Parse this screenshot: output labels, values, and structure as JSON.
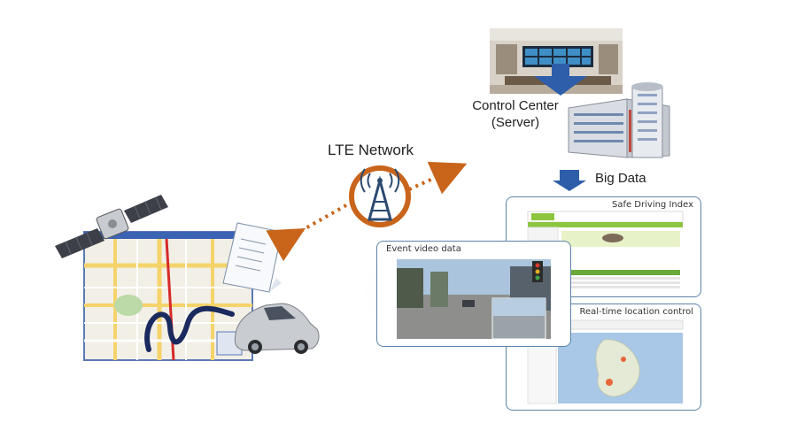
{
  "network": {
    "label": "LTE Network"
  },
  "control_center": {
    "line1": "Control Center",
    "line2": "(Server)"
  },
  "big_data": {
    "label": "Big Data"
  },
  "panels": {
    "safe_driving": "Safe Driving Index",
    "event_video": "Event video data",
    "realtime_location": "Real-time location control"
  },
  "colors": {
    "arrow": "#c8651b",
    "panel_border": "#5b84a8",
    "down_arrow": "#2e5eaa",
    "route": "#1a2a5e"
  }
}
